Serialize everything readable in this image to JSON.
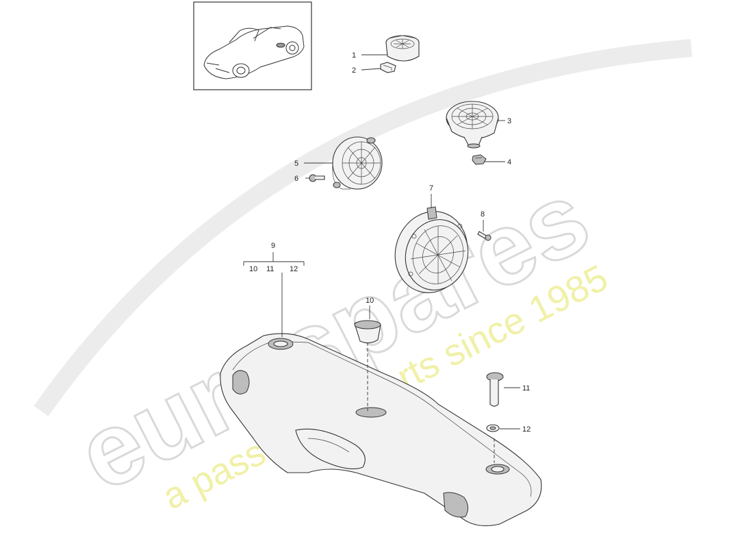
{
  "watermark": {
    "brand": "eurospares",
    "tagline": "a passion for parts since 1985",
    "brand_color": "#d9d9d9",
    "tagline_color": "#eeee99"
  },
  "callouts": {
    "c1": "1",
    "c2": "2",
    "c3": "3",
    "c4": "4",
    "c5": "5",
    "c6": "6",
    "c7": "7",
    "c8": "8",
    "c9": "9",
    "c9_sub_10": "10",
    "c9_sub_11": "11",
    "c9_sub_12": "12",
    "c10": "10",
    "c11": "11",
    "c12": "12"
  },
  "colors": {
    "line": "#333333",
    "part_fill": "#f2f2f2",
    "part_shadow": "#bdbdbd"
  }
}
